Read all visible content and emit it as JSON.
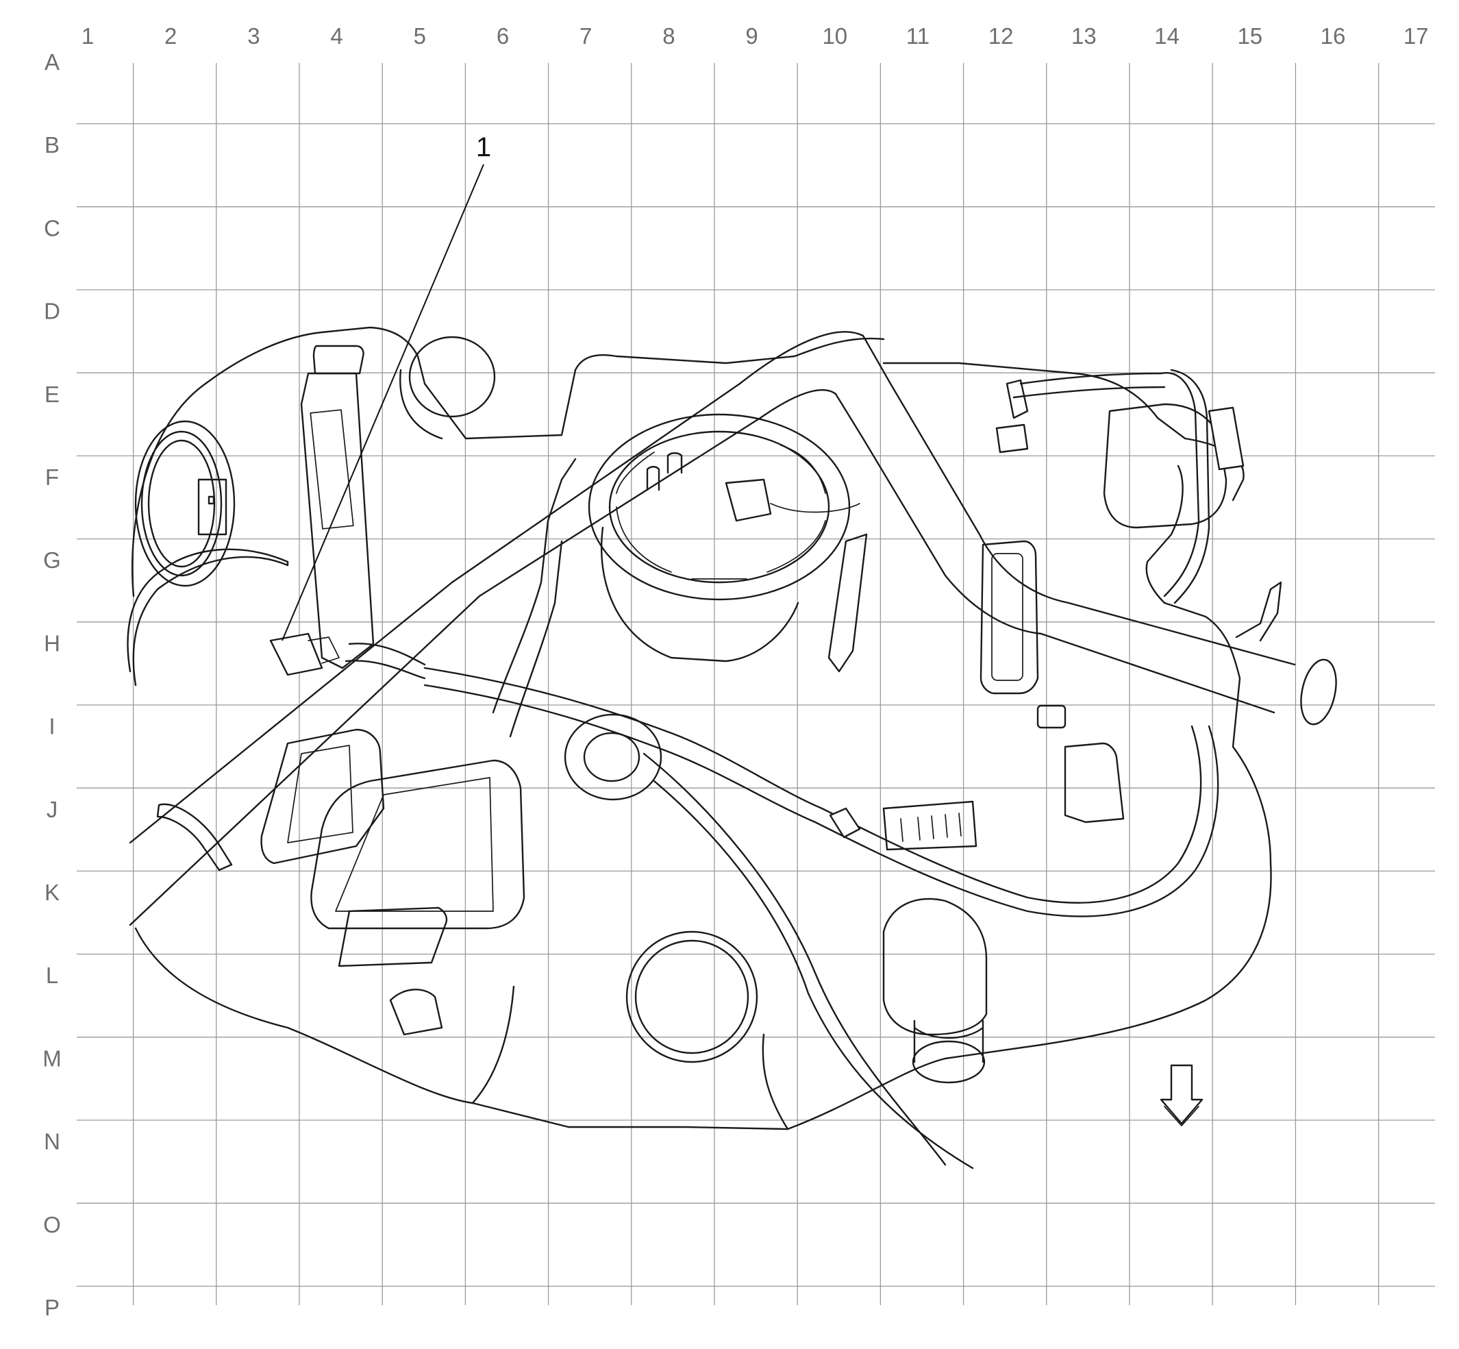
{
  "grid": {
    "columns": [
      "1",
      "2",
      "3",
      "4",
      "5",
      "6",
      "7",
      "8",
      "9",
      "10",
      "11",
      "12",
      "13",
      "14",
      "15",
      "16",
      "17"
    ],
    "rows": [
      "A",
      "B",
      "C",
      "D",
      "E",
      "F",
      "G",
      "H",
      "I",
      "J",
      "K",
      "L",
      "M",
      "N",
      "O",
      "P"
    ]
  },
  "callouts": [
    {
      "label": "1"
    }
  ],
  "icons": {
    "direction_arrow": "down-arrow-icon"
  },
  "colors": {
    "line": "#1a1a1a",
    "grid": "#9a9a9a",
    "label": "#6e6e6e"
  }
}
